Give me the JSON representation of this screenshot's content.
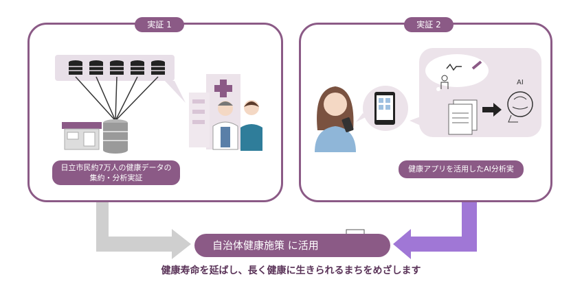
{
  "panels": [
    {
      "tag": "実証 1",
      "caption_line1": "日立市民約7万人の健康データの",
      "caption_line2": "集約・分析実証"
    },
    {
      "tag": "実証 2",
      "caption": "健康アプリを活用したAI分析実証",
      "ai_label": "AI"
    }
  ],
  "target": {
    "label": "自治体健康施策 に活用"
  },
  "tagline": "健康寿命を延ばし、長く健康に生きられるまちをめざします",
  "colors": {
    "accent": "#8b5a86",
    "bubble": "#e8dfe8",
    "arrow_gray": "#c8c8c8",
    "arrow_purple": "#9b6ccf"
  }
}
